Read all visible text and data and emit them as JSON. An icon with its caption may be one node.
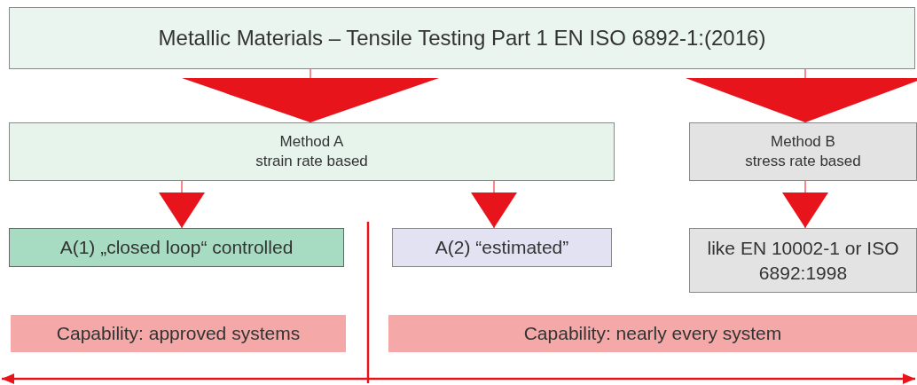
{
  "diagram": {
    "nodes": [
      {
        "text": [
          "Metallic Materials – Tensile Testing Part 1 EN ISO 6892-1:(2016)"
        ]
      },
      {
        "text": [
          "Method A",
          "strain rate based"
        ]
      },
      {
        "text": [
          "Method B",
          "stress rate based"
        ]
      },
      {
        "text": [
          "A(1) „closed loop“ controlled"
        ]
      },
      {
        "text": [
          "A(2) “estimated”"
        ]
      },
      {
        "text": [
          "like EN 10002-1 or ISO 6892:1998"
        ]
      },
      {
        "text": [
          "Capability: approved systems"
        ]
      },
      {
        "text": [
          "Capability: nearly every system"
        ]
      }
    ],
    "edges": [
      {
        "from": 0,
        "to": 1,
        "arrow": "to"
      },
      {
        "from": 0,
        "to": 2,
        "arrow": "to"
      },
      {
        "from": 1,
        "to": 3,
        "arrow": "to"
      },
      {
        "from": 1,
        "to": 4,
        "arrow": "to"
      },
      {
        "from": 2,
        "to": 5,
        "arrow": "to"
      }
    ]
  }
}
